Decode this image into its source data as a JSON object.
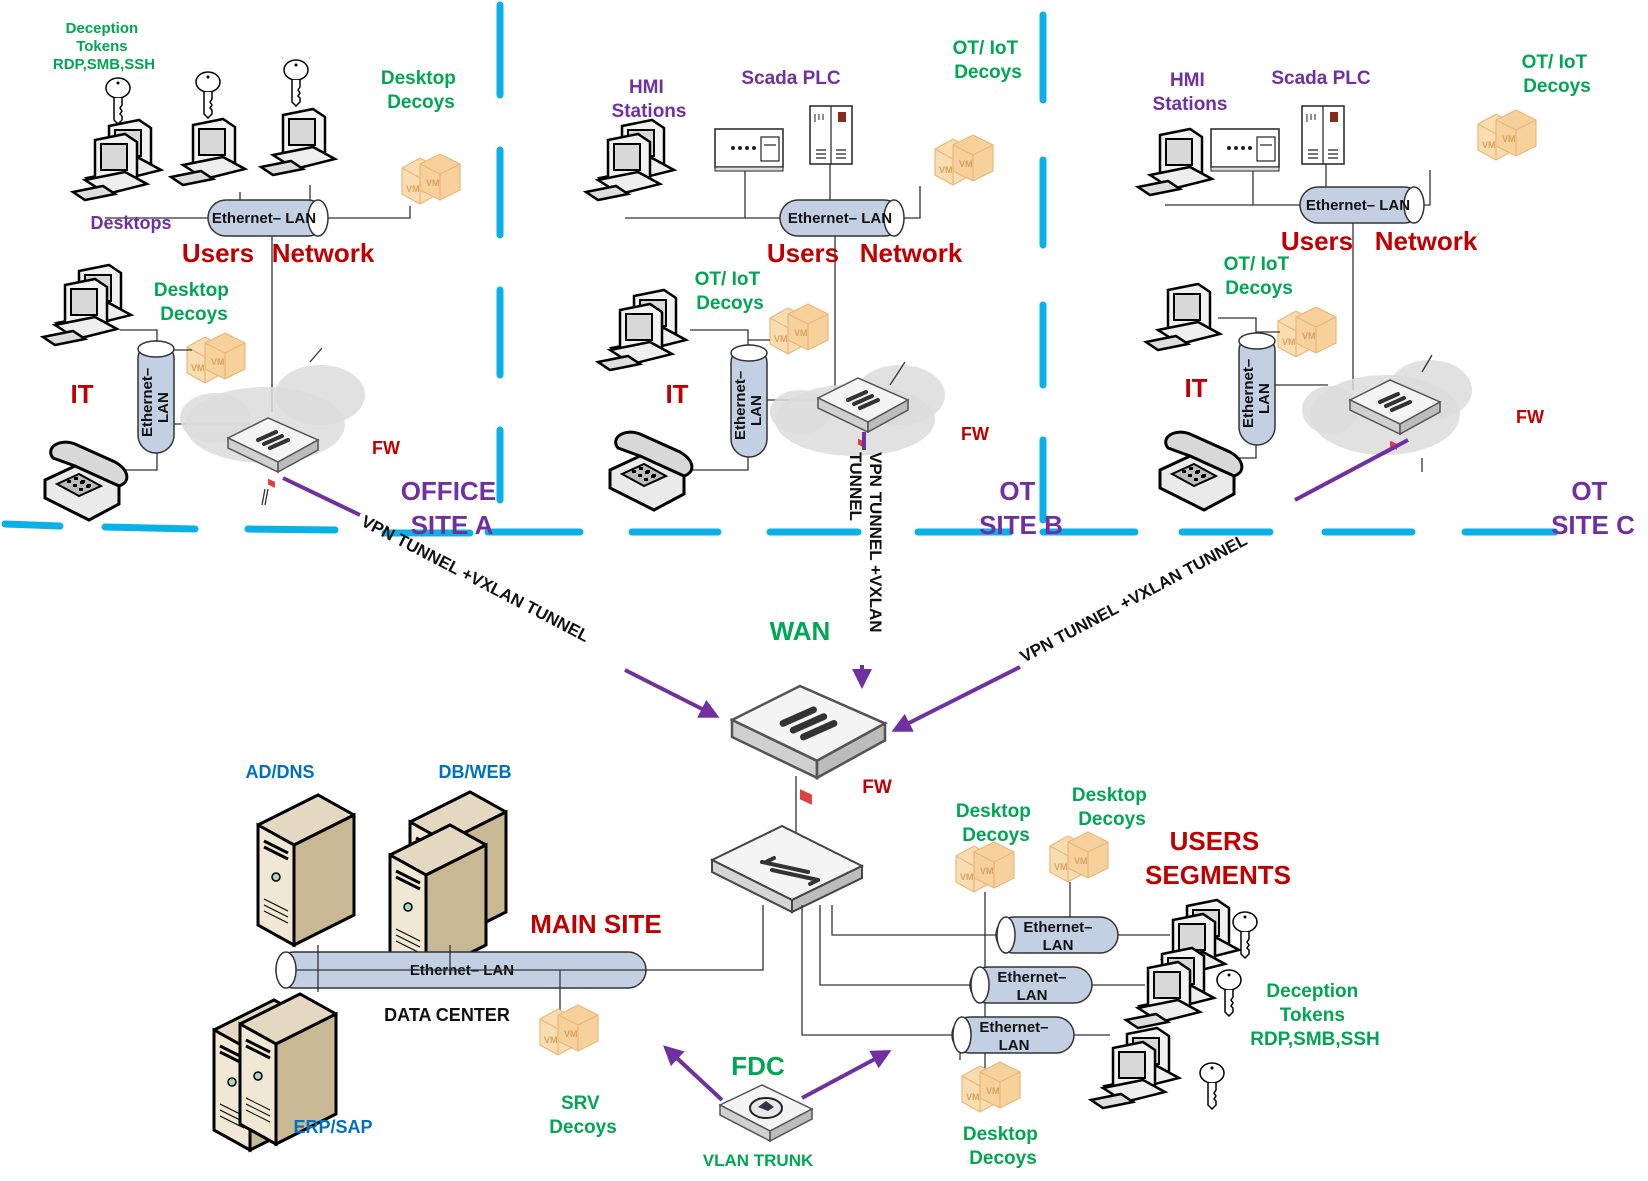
{
  "colors": {
    "divider": "#0ab0e8",
    "tunnel": "#7030a0",
    "site_label": "#7030a0",
    "decoy_label": "#00a651",
    "network_label": "#c00000",
    "server_label": "#0070c0",
    "lan_pipe": "#c3cfe2",
    "vm_box": "#f5d29e"
  },
  "site_a": {
    "tokens": [
      "Deception",
      "Tokens",
      "RDP,SMB,SSH"
    ],
    "desktop_decoys_top": [
      "Desktop",
      "Decoys"
    ],
    "desktops_label": "Desktops",
    "lan_label": "Ethernet– LAN",
    "users": "Users",
    "network": "Network",
    "desktop_decoys_it": [
      "Desktop",
      "Decoys"
    ],
    "it_label": "IT",
    "it_lan": [
      "Ethernet–",
      "LAN"
    ],
    "fw": "FW",
    "site_name": [
      "OFFICE",
      "SITE A"
    ],
    "vm": "VM"
  },
  "site_b": {
    "hmi": [
      "HMI",
      "Stations"
    ],
    "scada": "Scada PLC",
    "ot_decoys_top": [
      "OT/ IoT",
      "Decoys"
    ],
    "lan_label": "Ethernet– LAN",
    "users": "Users",
    "network": "Network",
    "ot_decoys_it": [
      "OT/ IoT",
      "Decoys"
    ],
    "it_label": "IT",
    "it_lan": [
      "Ethernet–",
      "LAN"
    ],
    "fw": "FW",
    "site_name": [
      "OT",
      "SITE B"
    ]
  },
  "site_c": {
    "hmi": [
      "HMI",
      "Stations"
    ],
    "scada": "Scada PLC",
    "ot_decoys_top": [
      "OT/ IoT",
      "Decoys"
    ],
    "lan_label": "Ethernet– LAN",
    "users": "Users",
    "network": "Network",
    "ot_decoys_it": [
      "OT/ IoT",
      "Decoys"
    ],
    "it_label": "IT",
    "it_lan": [
      "Ethernet–",
      "LAN"
    ],
    "fw": "FW",
    "site_name": [
      "OT",
      "SITE C"
    ]
  },
  "wan": {
    "label": "WAN",
    "tunnel_a": "VPN TUNNEL +VXLAN TUNNEL",
    "tunnel_b": [
      "VPN TUNNEL +VXLAN",
      "TUNNEL"
    ],
    "tunnel_c": "VPN TUNNEL +VXLAN TUNNEL"
  },
  "main_site": {
    "title": "MAIN SITE",
    "fw": "FW",
    "ad_dns": "AD/DNS",
    "db_web": "DB/WEB",
    "erp_sap": "ERP/SAP",
    "lan_label": "Ethernet– LAN",
    "data_center": "DATA CENTER",
    "srv_decoys": [
      "SRV",
      "Decoys"
    ],
    "fdc": "FDC",
    "vlan_trunk": "VLAN TRUNK",
    "users_segments": [
      "USERS",
      "SEGMENTS"
    ],
    "desktop_decoys_1": [
      "Desktop",
      "Decoys"
    ],
    "desktop_decoys_2": [
      "Desktop",
      "Decoys"
    ],
    "desktop_decoys_3": [
      "Desktop",
      "Decoys"
    ],
    "segment_lans": [
      [
        "Ethernet–",
        "LAN"
      ],
      [
        "Ethernet–",
        "LAN"
      ],
      [
        "Ethernet–",
        "LAN"
      ]
    ],
    "tokens": [
      "Deception",
      "Tokens",
      "RDP,SMB,SSH"
    ]
  }
}
